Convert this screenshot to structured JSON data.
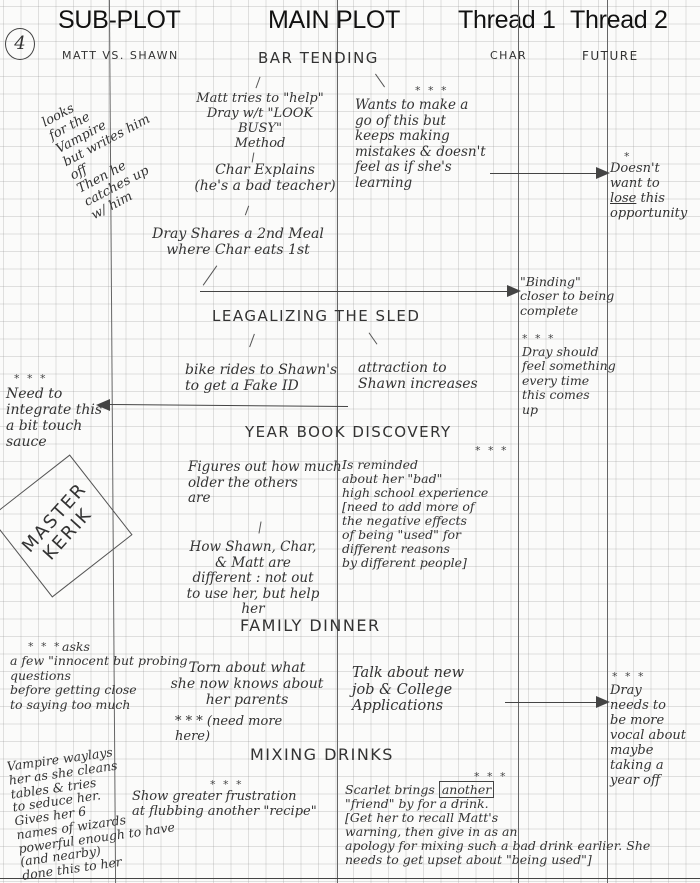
{
  "page": {
    "page_number": "4",
    "column_headers": [
      "SUB-PLOT",
      "MAIN PLOT",
      "Thread 1",
      "Thread 2"
    ],
    "column_subtitles": {
      "subplot": "MATT VS. SHAWN",
      "main": "BAR TENDING",
      "thread1": "CHAR",
      "thread2": "FUTURE"
    }
  },
  "main_plot": {
    "sections": [
      {
        "title": "BAR TENDING",
        "left_note": "Matt tries to \"help\"\nDray w/t \"LOOK BUSY\"\nMethod",
        "left_note_2": "Char Explains\n(he's a bad teacher)",
        "left_note_3": "Dray Shares a 2nd Meal\nwhere Char eats 1st",
        "right_note_stars": "* * *",
        "right_note": "Wants to make a\ngo of this but\nkeeps making\nmistakes & doesn't\nfeel as if she's\nlearning"
      },
      {
        "title": "LEAGALIZING THE SLED",
        "left_note": "bike rides to Shawn's\nto get a Fake ID",
        "right_note": "attraction to\nShawn increases"
      },
      {
        "title": "YEAR BOOK DISCOVERY",
        "left_note": "Figures out how much\nolder the others\nare",
        "left_note_2": "How Shawn, Char,\n& Matt are\ndifferent : not out\nto use her, but help\nher",
        "right_note_stars": "* * *",
        "right_note": "Is reminded\nabout her \"bad\"\nhigh school experience\n[need to add more of\nthe negative effects\nof being \"used\" for\ndifferent reasons\nby different people]"
      },
      {
        "title": "FAMILY DINNER",
        "left_note": "Torn about what\nshe now knows about\nher parents",
        "left_note_2": "* * * (need more\nhere)",
        "right_note": "Talk about new\njob & College\nApplications"
      },
      {
        "title": "MIXING DRINKS",
        "left_note_stars": "* * *",
        "left_note": "Show greater frustration\nat flubbing another \"recipe\"",
        "right_note_stars": "* * *",
        "right_note_pre": "Scarlet brings ",
        "right_note_boxed": "another",
        "right_note_post": "\n\"friend\" by for a drink.\n[Get her to recall Matt's\nwarning, then give in as an\napology for mixing such a bad drink earlier. She\nneeds to get upset about \"being used\"]"
      }
    ]
  },
  "sub_plot": {
    "notes": [
      {
        "id": "vampire-looks",
        "text": "looks\nfor the\nVampire\nbut writes him\noff\nThen he\ncatches up\nw/ him"
      },
      {
        "id": "integrate",
        "stars": "* * *",
        "text": "Need to\nintegrate this\na bit touch\nsauce"
      },
      {
        "id": "master-kerik",
        "lines": [
          "MASTER",
          "KERIK"
        ]
      },
      {
        "id": "asks-questions",
        "stars": "* * *",
        "text": "asks\na few \"innocent but probing\nquestions\nbefore getting close\nto saying too much"
      },
      {
        "id": "vampire-waylays",
        "text": "Vampire waylays\nher as she cleans\ntables & tries\nto seduce her.\nGives her 6\nnames of wizards\npowerful enough to have\n(and nearby)\ndone this to her"
      }
    ]
  },
  "thread1": {
    "notes": [
      {
        "id": "binding",
        "text": "\"Binding\"\ncloser to being\ncomplete"
      },
      {
        "id": "dray-feel",
        "stars": "* * *",
        "text": "Dray should\nfeel something\nevery time\nthis comes\nup"
      }
    ]
  },
  "thread2": {
    "notes": [
      {
        "id": "opportunity",
        "stars": "*",
        "text_pre": "Doesn't\nwant to\n",
        "text_underlined": "lose",
        "text_post": " this\nopportunity"
      },
      {
        "id": "year-off",
        "stars": "* * *",
        "text": "Dray\nneeds to\nbe more\nvocal about\nmaybe\ntaking a\nyear off"
      }
    ]
  }
}
